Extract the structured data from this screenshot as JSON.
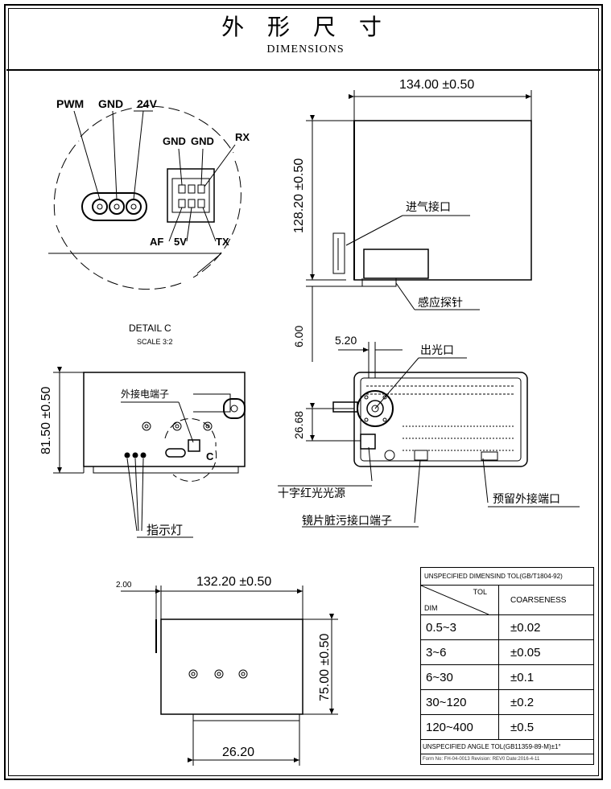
{
  "header": {
    "title_cn": "外 形 尺 寸",
    "title_en": "DIMENSIONS"
  },
  "detail": {
    "pins_left": [
      "PWM",
      "GND",
      "24V"
    ],
    "pins_right_top": [
      "GND",
      "GND",
      "RX"
    ],
    "pins_right_bottom": [
      "AF",
      "5V",
      "TX"
    ],
    "label": "DETAIL C",
    "scale": "SCALE 3:2"
  },
  "front_view": {
    "width_dim": "134.00  ±0.50",
    "height_dim": "128.20  ±0.50",
    "offset_dim": "6.00",
    "inlet_label": "进气接口",
    "probe_label": "感应探针"
  },
  "side_view": {
    "height_dim": "81.50  ±0.50",
    "connector_label": "外接电端子",
    "c_mark": "C",
    "led_label": "指示灯"
  },
  "end_view": {
    "offset_dim": "5.20",
    "port_height_dim": "26.68",
    "outlet_label": "出光口",
    "redlight_label": "十字红光光源",
    "dirty_label": "镜片脏污接口端子",
    "reserved_label": "预留外接端口"
  },
  "bottom_view": {
    "small_dim": "2.00",
    "width_dim": "132.20  ±0.50",
    "height_dim": "75.00  ±0.50",
    "offset_dim": "26.20"
  },
  "tolerance": {
    "header": "UNSPECIFIED DIMENSIND TOL(GB/T1804-92)",
    "col_tol": "TOL",
    "col_dim": "DIM",
    "col_grade": "COARSENESS",
    "rows": [
      {
        "range": "0.5~3",
        "value": "±0.02"
      },
      {
        "range": "3~6",
        "value": "±0.05"
      },
      {
        "range": "6~30",
        "value": "±0.1"
      },
      {
        "range": "30~120",
        "value": "±0.2"
      },
      {
        "range": "120~400",
        "value": "±0.5"
      }
    ],
    "angle_note": "UNSPECIFIED ANGLE TOL(GB11359-89-M)±1°",
    "form_note": "Form No: FH-04-0013 Revision: REV0  Date:2016-4-11"
  }
}
